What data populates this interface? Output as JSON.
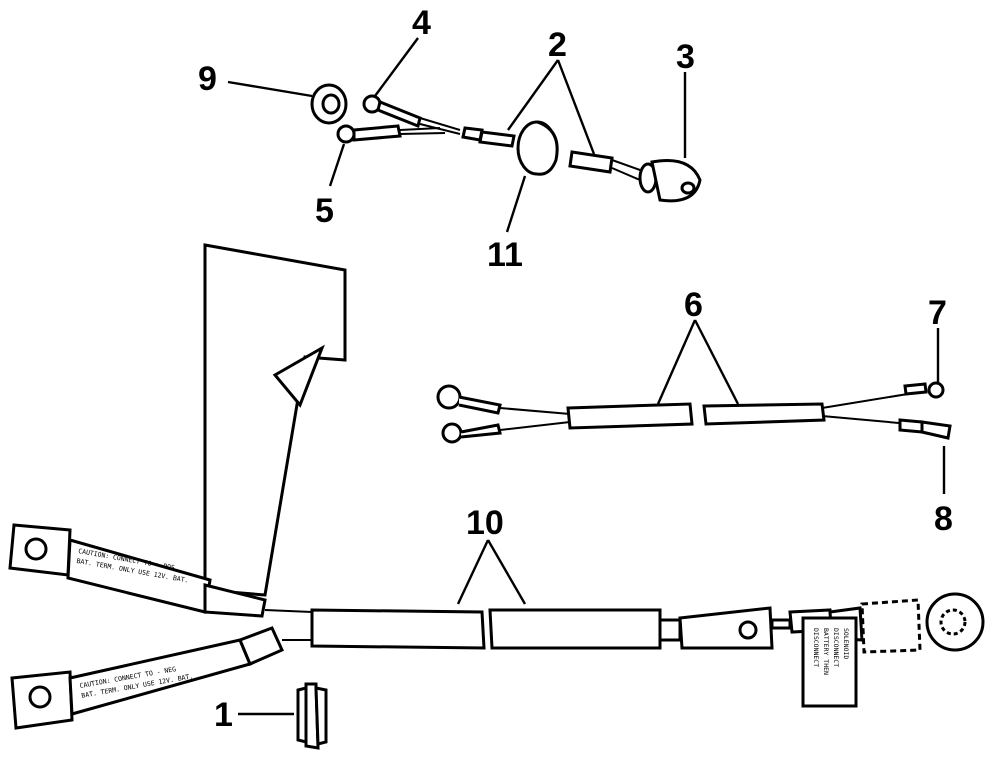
{
  "callouts": {
    "c1": "1",
    "c2": "2",
    "c3": "3",
    "c4": "4",
    "c5": "5",
    "c6": "6",
    "c7": "7",
    "c8": "8",
    "c9": "9",
    "c10": "10",
    "c11": "11"
  },
  "labels": {
    "pos_line1": "CAUTION: CONNECT TO + POS",
    "pos_line2": "BAT. TERM. ONLY USE 12V. BAT.",
    "neg_line1": "CAUTION: CONNECT TO - NEG",
    "neg_line2": "BAT. TERM. ONLY USE 12V. BAT.",
    "solenoid_line1": "DISCONNECT",
    "solenoid_line2": "BATTERY THEN",
    "solenoid_line3": "DISCONNECT",
    "solenoid_line4": "SOLENOID"
  },
  "colors": {
    "ink": "#000000",
    "paper": "#ffffff"
  }
}
